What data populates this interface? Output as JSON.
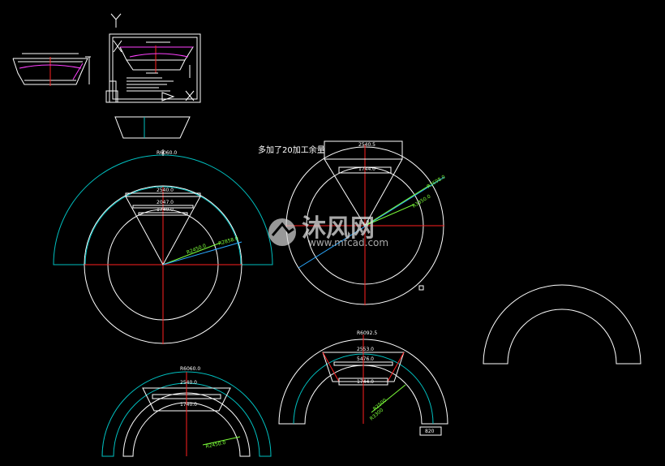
{
  "note": "多加了20加工余量",
  "watermark": {
    "brand": "沐风网",
    "url": "www.mfcad.com"
  },
  "axis_label": "Y",
  "colors": {
    "background": "#000000",
    "outline": "#ffffff",
    "arc": "#00c0c0",
    "center": "#ff2020",
    "dim_green": "#7cff3a",
    "dim_cyan": "#2aa8ff",
    "magenta": "#ff40ff"
  },
  "dimensions": {
    "left_outer": "R6060.0",
    "left_top": "2540.0",
    "left_mid": "2047.0",
    "left_low": "1740.0",
    "left_r1": "R2450.0",
    "left_r2": "R2858.0",
    "right_top": "2540.5",
    "right_mid": "1744.0",
    "right_r1": "R3698.0",
    "right_r2": "R3350.0",
    "bl_outer": "R6060.0",
    "bl_top": "2540.0",
    "bl_low": "1740.0",
    "bl_r": "R2450.0",
    "bm_outer": "R6092.5",
    "bm_a": "2553.0",
    "bm_b": "5476.0",
    "bm_c": "1744.0",
    "bm_r1": "R2500",
    "bm_r2": "R3300",
    "bm_width": "820"
  }
}
